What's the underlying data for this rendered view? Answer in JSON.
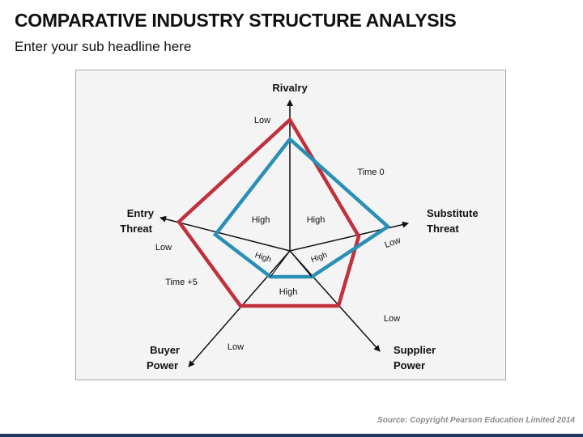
{
  "slide": {
    "title": "COMPARATIVE INDUSTRY STRUCTURE ANALYSIS",
    "subtitle": "Enter your sub headline here",
    "source": "Source: Copyright Pearson Education Limited 2014"
  },
  "diagram": {
    "axes": [
      {
        "id": "rivalry",
        "lines": [
          "Rivalry"
        ],
        "outer_label": "Low",
        "inner_label": "High"
      },
      {
        "id": "substitute-threat",
        "lines": [
          "Substitute",
          "Threat"
        ],
        "outer_label": "Low",
        "inner_label": "High"
      },
      {
        "id": "supplier-power",
        "lines": [
          "Supplier",
          "Power"
        ],
        "outer_label": "Low",
        "inner_label": "High"
      },
      {
        "id": "buyer-power",
        "lines": [
          "Buyer",
          "Power"
        ],
        "outer_label": "Low",
        "inner_label": "High"
      },
      {
        "id": "entry-threat",
        "lines": [
          "Entry",
          "Threat"
        ],
        "outer_label": "Low",
        "inner_label": "High"
      }
    ],
    "series": [
      {
        "name": "Time +5",
        "color": "#c0303d"
      },
      {
        "name": "Time 0",
        "color": "#2a8fb5"
      }
    ],
    "colors": {
      "panel": "#f4f4f4",
      "axis": "#111111",
      "border": "#a6a6a6"
    }
  }
}
